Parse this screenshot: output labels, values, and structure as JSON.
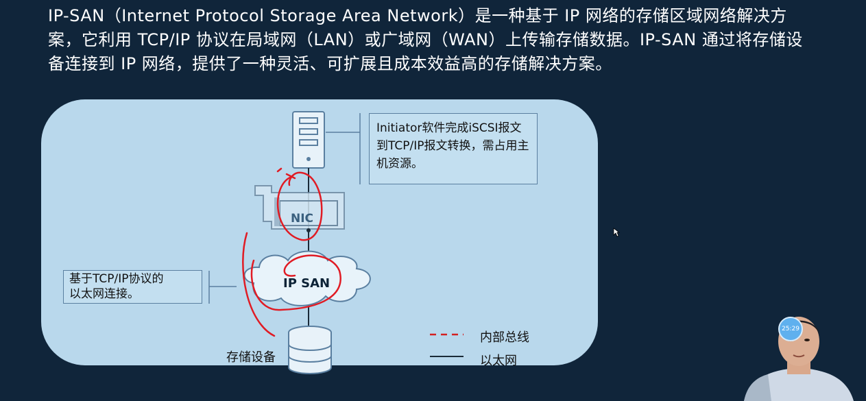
{
  "intro_text": "IP-SAN（Internet Protocol Storage Area Network）是一种基于 IP 网络的存储区域网络解决方案，它利用 TCP/IP 协议在局域网（LAN）或广域网（WAN）上传输存储数据。IP-SAN 通过将存储设备连接到 IP 网络，提供了一种灵活、可扩展且成本效益高的存储解决方案。",
  "diagram": {
    "nic_label": "NIC",
    "ipsan_label": "IP SAN",
    "initiator_note": "Initiator软件完成iSCSI报文到TCP/IP报文转换，需占用主机资源。",
    "ethernet_note_line1": "基于TCP/IP协议的",
    "ethernet_note_line2": "以太网连接。",
    "storage_label": "存储设备",
    "legend": {
      "internal_bus": "内部总线",
      "ethernet": "以太网"
    }
  },
  "presenter": {
    "timer": "25:29"
  },
  "colors": {
    "background": "#10253a",
    "panel": "#b9d8ec",
    "annotation": "#e01b24",
    "legend_dash": "#d42020",
    "line": "#5a7fa0"
  }
}
